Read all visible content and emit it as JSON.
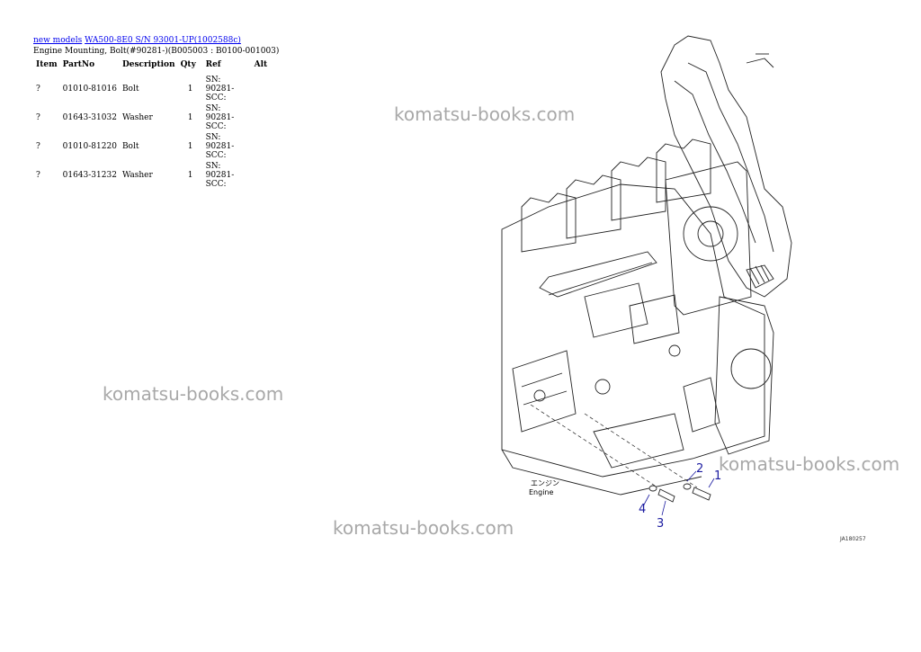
{
  "breadcrumb": {
    "new_models": "new models",
    "model": "WA500-8E0 S/N 93001-UP(1002588c)"
  },
  "subtitle": "Engine Mounting, Bolt(#90281-)(B005003 : B0100-001003)",
  "table": {
    "headers": {
      "item": "Item",
      "partno": "PartNo",
      "description": "Description",
      "qty": "Qty",
      "ref": "Ref",
      "alt": "Alt"
    },
    "rows": [
      {
        "item": "?",
        "partno": "01010-81016",
        "description": "Bolt",
        "qty": "1",
        "ref": "SN: 90281-SCC:",
        "alt": ""
      },
      {
        "item": "?",
        "partno": "01643-31032",
        "description": "Washer",
        "qty": "1",
        "ref": "SN: 90281-SCC:",
        "alt": ""
      },
      {
        "item": "?",
        "partno": "01010-81220",
        "description": "Bolt",
        "qty": "1",
        "ref": "SN: 90281-SCC:",
        "alt": ""
      },
      {
        "item": "?",
        "partno": "01643-31232",
        "description": "Washer",
        "qty": "1",
        "ref": "SN: 90281-SCC:",
        "alt": ""
      }
    ]
  },
  "watermarks": [
    "komatsu-books.com",
    "komatsu-books.com",
    "komatsu-books.com",
    "komatsu-books.com"
  ],
  "diagram": {
    "engine_label_jp": "エンジン",
    "engine_label": "Engine",
    "callouts": [
      "1",
      "2",
      "3",
      "4"
    ],
    "drawing_code": "JA180257",
    "callout_color": "#1a1aa0"
  }
}
